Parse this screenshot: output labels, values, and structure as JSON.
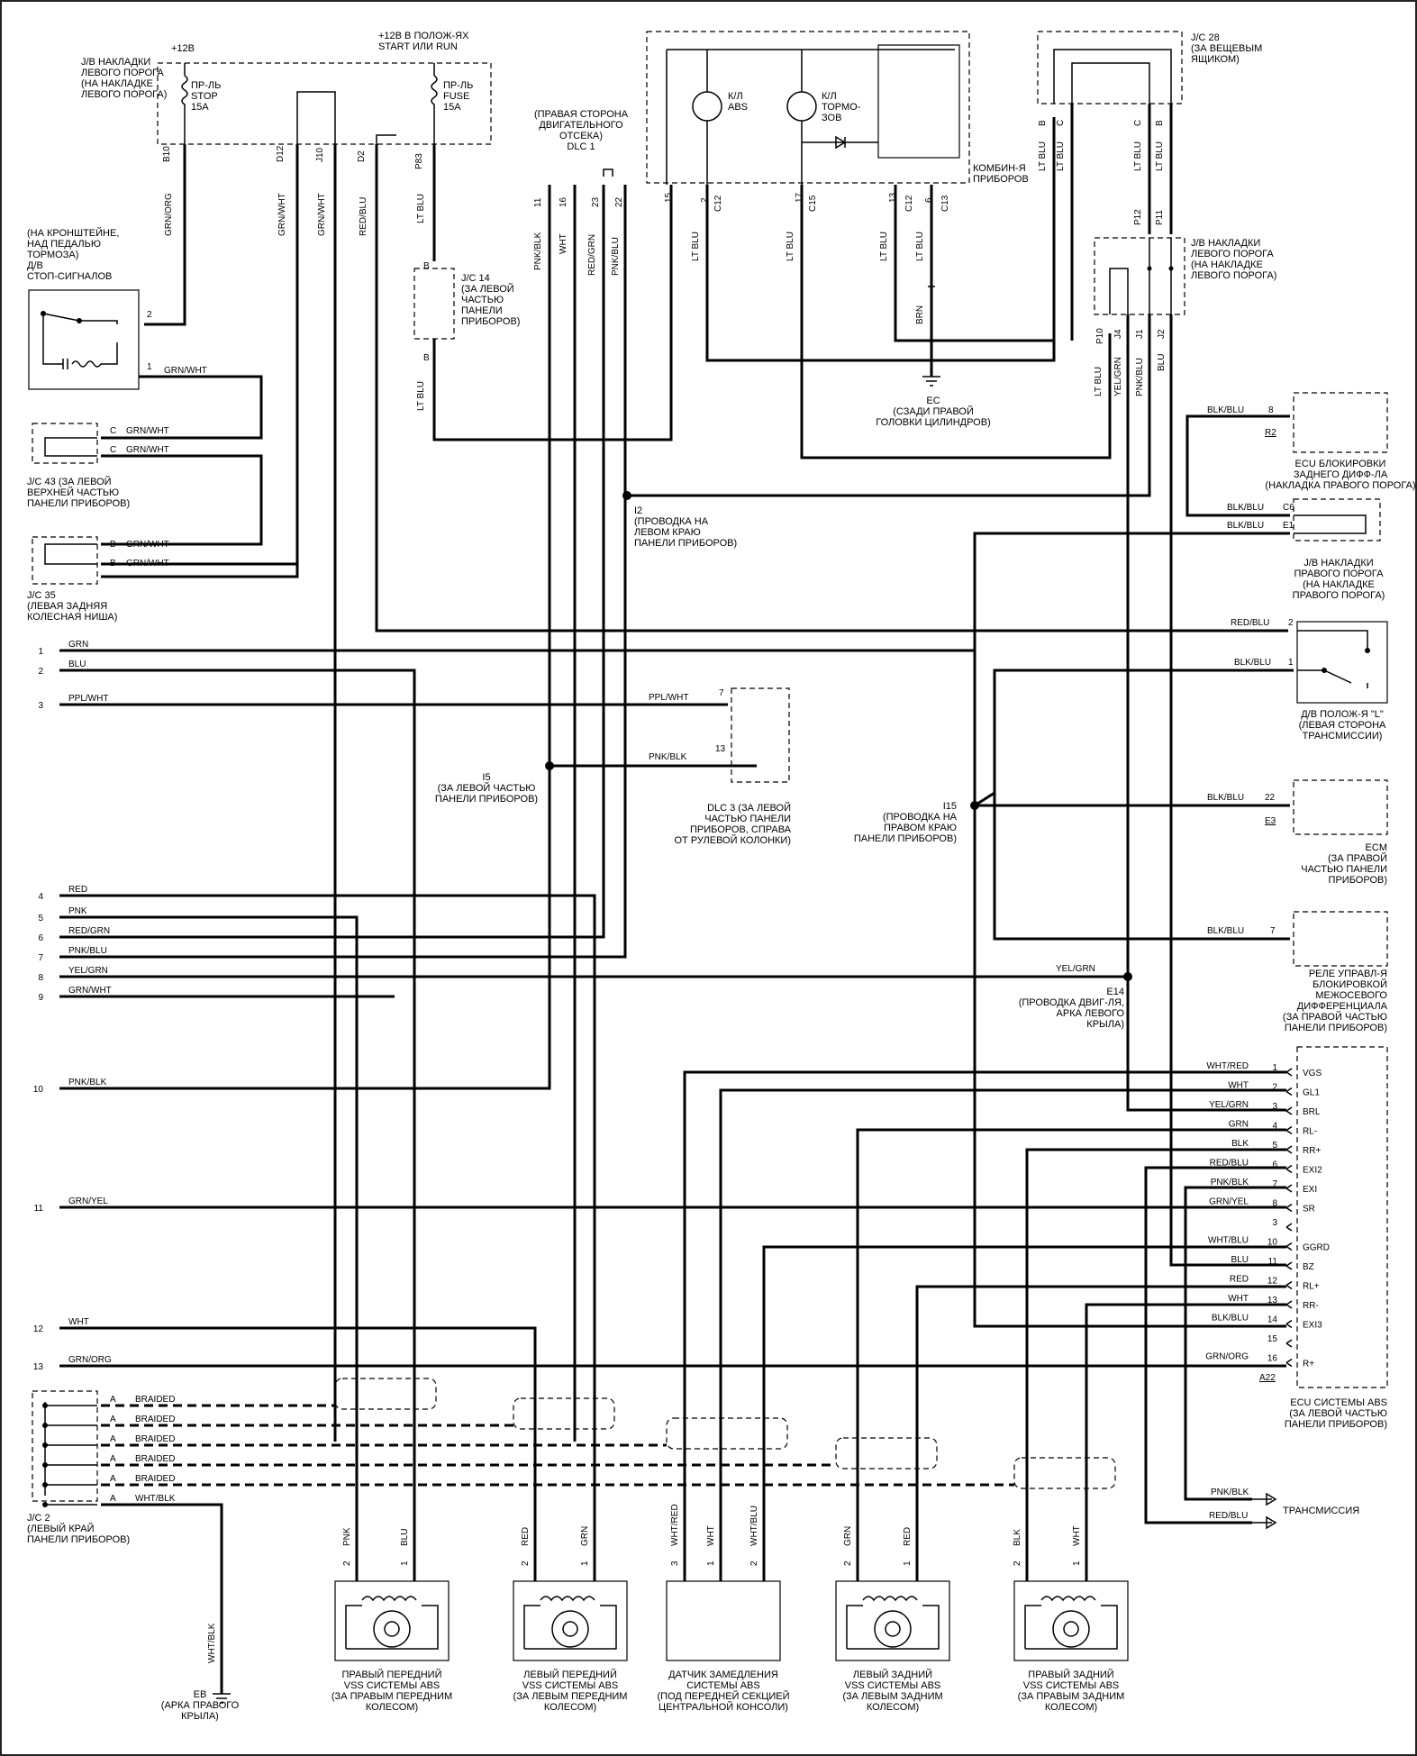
{
  "power": {
    "v12": "+12В",
    "v12_run": "+12В В ПОЛОЖ-ЯХ\nSTART ИЛИ RUN"
  },
  "components": {
    "jb_left_sill": "J/B НАКЛАДКИ\nЛЕВОГО ПОРОГА\n(НА НАКЛАДКЕ\nЛЕВОГО ПОРОГА)",
    "fuse_stop": "ПР-ЛЬ\nSTOP\n15A",
    "fuse_fuse": "ПР-ЛЬ\nFUSE\n15A",
    "dlc1": "(ПРАВАЯ СТОРОНА\nДВИГАТЕЛЬНОГО\nОТСЕКА)\nDLC 1",
    "lamp_abs": "К/Л\nABS",
    "lamp_brake": "К/Л\nТОРМО-\nЗОВ",
    "combi": "КОМБИН-Я\nПРИБОРОВ",
    "jc28": "J/C 28\n(ЗА ВЕЩЕВЫМ\nЯЩИКОМ)",
    "stop_switch": "(НА КРОНШТЕЙНЕ,\nНАД ПЕДАЛЬЮ\nТОРМОЗА)\nД/В\nСТОП-СИГНАЛОВ",
    "jc14": "J/C 14\n(ЗА ЛЕВОЙ\nЧАСТЬЮ\nПАНЕЛИ\nПРИБОРОВ)",
    "jb_left_sill_2": "J/B НАКЛАДКИ\nЛЕВОГО ПОРОГА\n(НА НАКЛАДКЕ\nЛЕВОГО ПОРОГА)",
    "ec": "EC\n(СЗАДИ ПРАВОЙ\nГОЛОВКИ ЦИЛИНДРОВ)",
    "jc43": "J/C 43 (ЗА ЛЕВОЙ\nВЕРХНЕЙ ЧАСТЬЮ\nПАНЕЛИ ПРИБОРОВ)",
    "jc35": "J/C 35\n(ЛЕВАЯ ЗАДНЯЯ\nКОЛЕСНАЯ НИША)",
    "ecu_diff": "ECU БЛОКИРОВКИ\nЗАДНЕГО ДИФФ-ЛА\n(НАКЛАДКА ПРАВОГО ПОРОГА)",
    "i2": "I2\n(ПРОВОДКА НА\nЛЕВОМ КРАЮ\nПАНЕЛИ ПРИБОРОВ)",
    "jb_right_sill": "J/B НАКЛАДКИ\nПРАВОГО ПОРОГА\n(НА НАКЛАДКЕ\nПРАВОГО ПОРОГА)",
    "l_switch": "Д/В ПОЛОЖ-Я \"L\"\n(ЛЕВАЯ СТОРОНА\nТРАНСМИССИИ)",
    "i5": "I5\n(ЗА ЛЕВОЙ ЧАСТЬЮ\nПАНЕЛИ ПРИБОРОВ)",
    "dlc3": "DLC 3 (ЗА ЛЕВОЙ\nЧАСТЬЮ ПАНЕЛИ\nПРИБОРОВ, СПРАВА\nОТ РУЛЕВОЙ КОЛОНКИ)",
    "i15": "I15\n(ПРОВОДКА НА\nПРАВОМ КРАЮ\nПАНЕЛИ ПРИБОРОВ)",
    "ecm": "ECM\n(ЗА ПРАВОЙ\nЧАСТЬЮ ПАНЕЛИ\nПРИБОРОВ)",
    "relay": "РЕЛЕ УПРАВЛ-Я\nБЛОКИРОВКОЙ\nМЕЖОСЕВОГО\nДИФФЕРЕНЦИАЛА\n(ЗА ПРАВОЙ ЧАСТЬЮ\nПАНЕЛИ ПРИБОРОВ)",
    "e14": "E14\n(ПРОВОДКА ДВИГ-ЛЯ,\nАРКА ЛЕВОГО\nКРЫЛА)",
    "ecu_abs": "ECU СИСТЕМЫ ABS\n(ЗА ЛЕВОЙ ЧАСТЬЮ\nПАНЕЛИ ПРИБОРОВ)",
    "jc2": "J/C 2\n(ЛЕВЫЙ КРАЙ\nПАНЕЛИ ПРИБОРОВ)",
    "eb": "EB\n(АРКА ПРАВОГО\nКРЫЛА)",
    "transmission": "ТРАНСМИССИЯ",
    "sensor_fr": "ПРАВЫЙ ПЕРЕДНИЙ\nVSS СИСТЕМЫ ABS\n(ЗА ПРАВЫМ ПЕРЕДНИМ\nКОЛЕСОМ)",
    "sensor_fl": "ЛЕВЫЙ ПЕРЕДНИЙ\nVSS СИСТЕМЫ ABS\n(ЗА ЛЕВЫМ ПЕРЕДНИМ\nКОЛЕСОМ)",
    "sensor_decel": "ДАТЧИК ЗАМЕДЛЕНИЯ\nСИСТЕМЫ ABS\n(ПОД ПЕРЕДНЕЙ СЕКЦИЕЙ\nЦЕНТРАЛЬНОЙ КОНСОЛИ)",
    "sensor_rl": "ЛЕВЫЙ ЗАДНИЙ\nVSS СИСТЕМЫ ABS\n(ЗА ЛЕВЫМ ЗАДНИМ\nКОЛЕСОМ)",
    "sensor_rr": "ПРАВЫЙ ЗАДНИЙ\nVSS СИСТЕМЫ ABS\n(ЗА ПРАВЫМ ЗАДНИМ\nКОЛЕСОМ)"
  },
  "left_pins": [
    {
      "num": "1",
      "wire": "GRN"
    },
    {
      "num": "2",
      "wire": "BLU"
    },
    {
      "num": "3",
      "wire": "PPL/WHT"
    },
    {
      "num": "4",
      "wire": "RED"
    },
    {
      "num": "5",
      "wire": "PNK"
    },
    {
      "num": "6",
      "wire": "RED/GRN"
    },
    {
      "num": "7",
      "wire": "PNK/BLU"
    },
    {
      "num": "8",
      "wire": "YEL/GRN"
    },
    {
      "num": "9",
      "wire": "GRN/WHT"
    },
    {
      "num": "10",
      "wire": "PNK/BLK"
    },
    {
      "num": "11",
      "wire": "GRN/YEL"
    },
    {
      "num": "12",
      "wire": "WHT"
    },
    {
      "num": "13",
      "wire": "GRN/ORG"
    }
  ],
  "abs_ecu_pins": [
    {
      "num": "1",
      "wire": "WHT/RED",
      "name": "VGS"
    },
    {
      "num": "2",
      "wire": "WHT",
      "name": "GL1"
    },
    {
      "num": "3",
      "wire": "YEL/GRN",
      "name": "BRL"
    },
    {
      "num": "4",
      "wire": "GRN",
      "name": "RL-"
    },
    {
      "num": "5",
      "wire": "BLK",
      "name": "RR+"
    },
    {
      "num": "6",
      "wire": "RED/BLU",
      "name": "EXI2"
    },
    {
      "num": "7",
      "wire": "PNK/BLK",
      "name": "EXI"
    },
    {
      "num": "8",
      "wire": "GRN/YEL",
      "name": "SR"
    },
    {
      "num": "3",
      "wire": "",
      "name": ""
    },
    {
      "num": "10",
      "wire": "WHT/BLU",
      "name": "GGRD"
    },
    {
      "num": "11",
      "wire": "BLU",
      "name": "BZ"
    },
    {
      "num": "12",
      "wire": "RED",
      "name": "RL+"
    },
    {
      "num": "13",
      "wire": "WHT",
      "name": "RR-"
    },
    {
      "num": "14",
      "wire": "BLK/BLU",
      "name": "EXI3"
    },
    {
      "num": "15",
      "wire": "",
      "name": ""
    },
    {
      "num": "16",
      "wire": "GRN/ORG",
      "name": "R+"
    }
  ],
  "abs_ecu_connector": "A22",
  "jc2_rows": [
    {
      "pin": "A",
      "wire": "BRAIDED"
    },
    {
      "pin": "A",
      "wire": "BRAIDED"
    },
    {
      "pin": "A",
      "wire": "BRAIDED"
    },
    {
      "pin": "A",
      "wire": "BRAIDED"
    },
    {
      "pin": "A",
      "wire": "BRAIDED"
    },
    {
      "pin": "A",
      "wire": "WHT/BLK"
    }
  ],
  "sensor_pins": {
    "fr": [
      "2",
      "1"
    ],
    "fr_wires": [
      "PNK",
      "BLU"
    ],
    "fl": [
      "2",
      "1"
    ],
    "fl_wires": [
      "RED",
      "GRN"
    ],
    "decel": [
      "3",
      "1",
      "2"
    ],
    "decel_wires": [
      "WHT/RED",
      "WHT",
      "WHT/BLU"
    ],
    "rl": [
      "2",
      "1"
    ],
    "rl_wires": [
      "GRN",
      "RED"
    ],
    "rr": [
      "2",
      "1"
    ],
    "rr_wires": [
      "BLK",
      "WHT"
    ]
  },
  "labels": {
    "b10": "B10",
    "d12": "D12",
    "j10": "J10",
    "d2": "D2",
    "p83": "P83",
    "grn_org": "GRN/ORG",
    "grn_wht": "GRN/WHT",
    "red_blu": "RED/BLU",
    "lt_blu": "LT BLU",
    "pnk_blk": "PNK/BLK",
    "wht": "WHT",
    "red_grn": "RED/GRN",
    "pnk_blu": "PNK/BLU",
    "brn": "BRN",
    "yel_grn": "YEL/GRN",
    "blu": "BLU",
    "blk_blu": "BLK/BLU",
    "ppl_wht": "PPL/WHT",
    "wht_blk": "WHT/BLK",
    "c12": "C12",
    "c15": "C15",
    "c13": "C13",
    "p10": "P10",
    "j4": "J4",
    "j1": "J1",
    "j2": "J2",
    "p12": "P12",
    "p11": "P11",
    "r2": "R2",
    "e3": "E3",
    "c6": "C6",
    "e1": "E1"
  }
}
